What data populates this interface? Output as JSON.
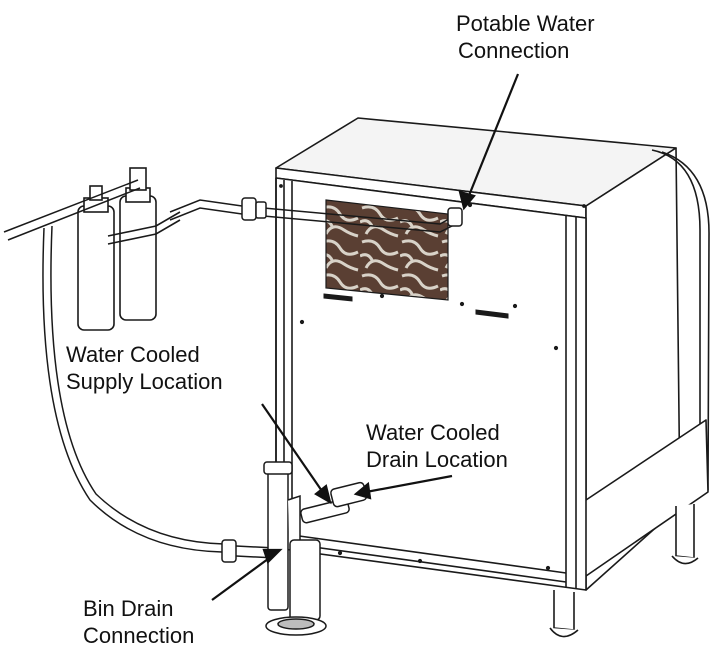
{
  "labels": {
    "potable": {
      "line1": "Potable Water",
      "line2": "Connection"
    },
    "water_cooled_supply": {
      "line1": "Water Cooled",
      "line2": "Supply Location"
    },
    "water_cooled_drain": {
      "line1": "Water Cooled",
      "line2": "Drain Location"
    },
    "bin_drain": {
      "line1": "Bin Drain",
      "line2": "Connection"
    }
  },
  "colors": {
    "line": "#1a1a1a",
    "panel": "#ffffff",
    "panel_shade": "#e9e9e9",
    "grille": "#5a3f33",
    "grille_light": "#d8d2c8"
  },
  "icons": [
    "ice-machine-drawing",
    "water-filter-icon",
    "arrow-icon"
  ]
}
